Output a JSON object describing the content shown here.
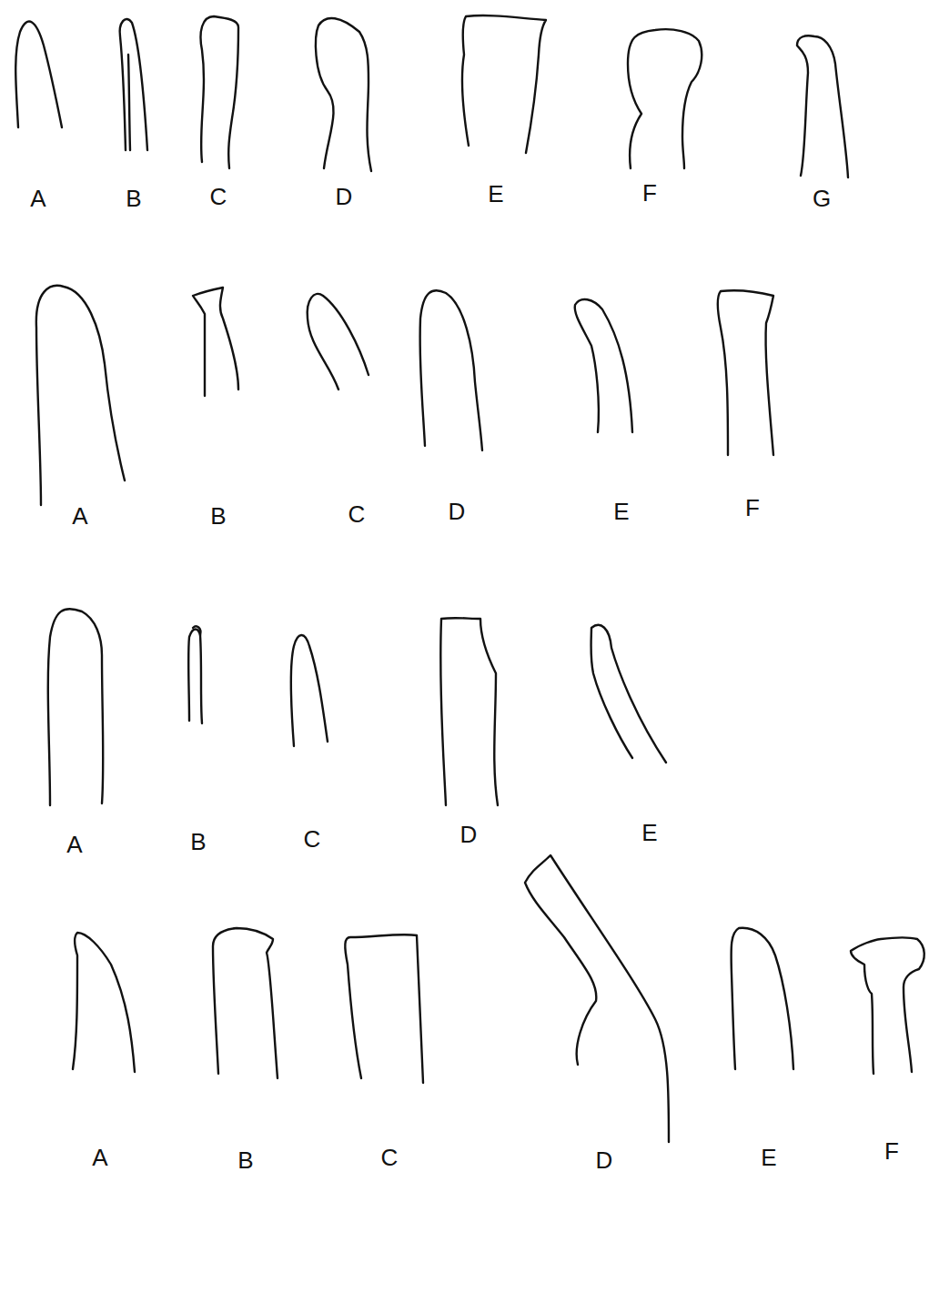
{
  "diagram": {
    "labels": [
      "A",
      "B",
      "C",
      "D",
      "E",
      "F",
      "G",
      "A",
      "B",
      "C",
      "D",
      "E",
      "F",
      "A",
      "B",
      "C",
      "D",
      "E",
      "A",
      "B",
      "C",
      "D",
      "E",
      "F"
    ]
  }
}
